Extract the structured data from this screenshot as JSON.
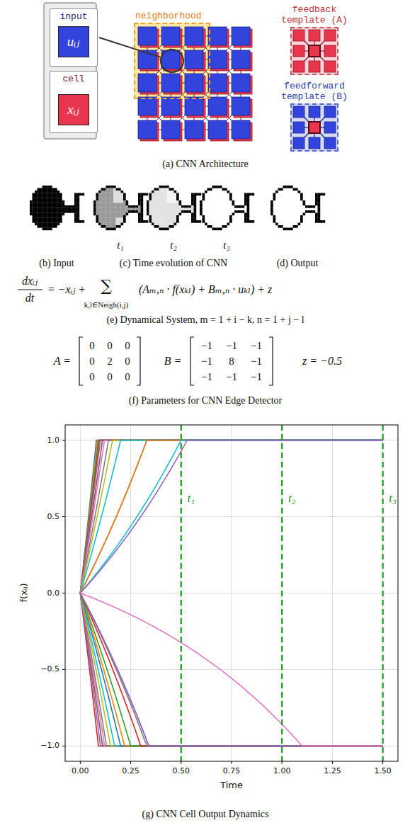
{
  "diagram": {
    "nodes": [
      {
        "text": [
          "input"
        ]
      },
      {
        "text": [
          "uᵢⱼ"
        ],
        "in": 0
      },
      {
        "text": [
          "cell"
        ]
      },
      {
        "text": [
          "xᵢⱼ"
        ],
        "in": 2
      },
      {
        "text": [
          "neighborhood"
        ]
      },
      {
        "text": [
          "feedback template (A)"
        ]
      },
      {
        "text": [
          "feedforward template (B)"
        ]
      }
    ],
    "edges": [
      {
        "from": 0,
        "to": 4,
        "arrow": "none"
      }
    ],
    "labels": [
      "(a) CNN Architecture",
      "t₁",
      "t₂",
      "t₃",
      "(b) Input",
      "(c) Time evolution of CNN",
      "(d) Output",
      "dxᵢⱼ",
      "dt",
      "= −xᵢⱼ +",
      "∑",
      "k,l∈Neigh(i,j)",
      "(Aₘ,ₙ · f(xₖₗ) + Bₘ,ₙ · uₖₗ) + z",
      "(e) Dynamical System, m = 1 + i − k, n = 1 + j − l",
      "A =",
      "0",
      "0",
      "0",
      "0",
      "2",
      "0",
      "0",
      "0",
      "0",
      "B =",
      "−1",
      "−1",
      "−1",
      "−1",
      "8",
      "−1",
      "−1",
      "−1",
      "−1",
      "z = −0.5",
      "(f) Parameters for CNN Edge Detector",
      "1.0",
      "0.5",
      "0.0",
      "−0.5",
      "−1.0",
      "0.00",
      "0.25",
      "0.50",
      "0.75",
      "1.00",
      "1.25",
      "1.50",
      "Time",
      "f(xᵢⱼ)",
      "t₁",
      "t₂",
      "t₃",
      "(g) CNN Cell Output Dynamics"
    ]
  }
}
